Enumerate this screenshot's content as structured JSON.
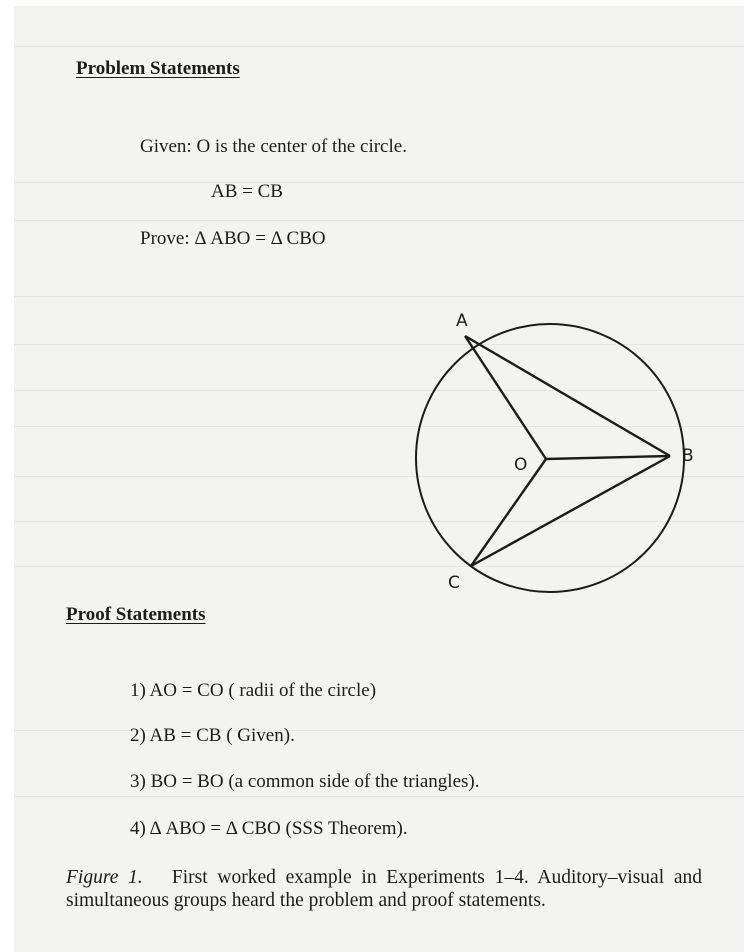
{
  "problem": {
    "heading": "Problem Statements",
    "given_line": "Given: O is the center of the circle.",
    "equation_line": "AB = CB",
    "prove_line": "Prove: Δ ABO = Δ CBO"
  },
  "diagram": {
    "labels": {
      "a": "A",
      "b": "B",
      "c": "C",
      "o": "O"
    }
  },
  "proof": {
    "heading": "Proof Statements",
    "items": [
      "1)  AO = CO  ( radii of the circle)",
      "2)  AB = CB  ( Given).",
      "3)  BO = BO  (a common side of the triangles).",
      "4)  Δ ABO = Δ CBO (SSS Theorem)."
    ]
  },
  "caption": {
    "label": "Figure 1.",
    "text": "First worked example in Experiments 1–4. Auditory–visual and simultaneous groups heard the problem and proof statements."
  }
}
